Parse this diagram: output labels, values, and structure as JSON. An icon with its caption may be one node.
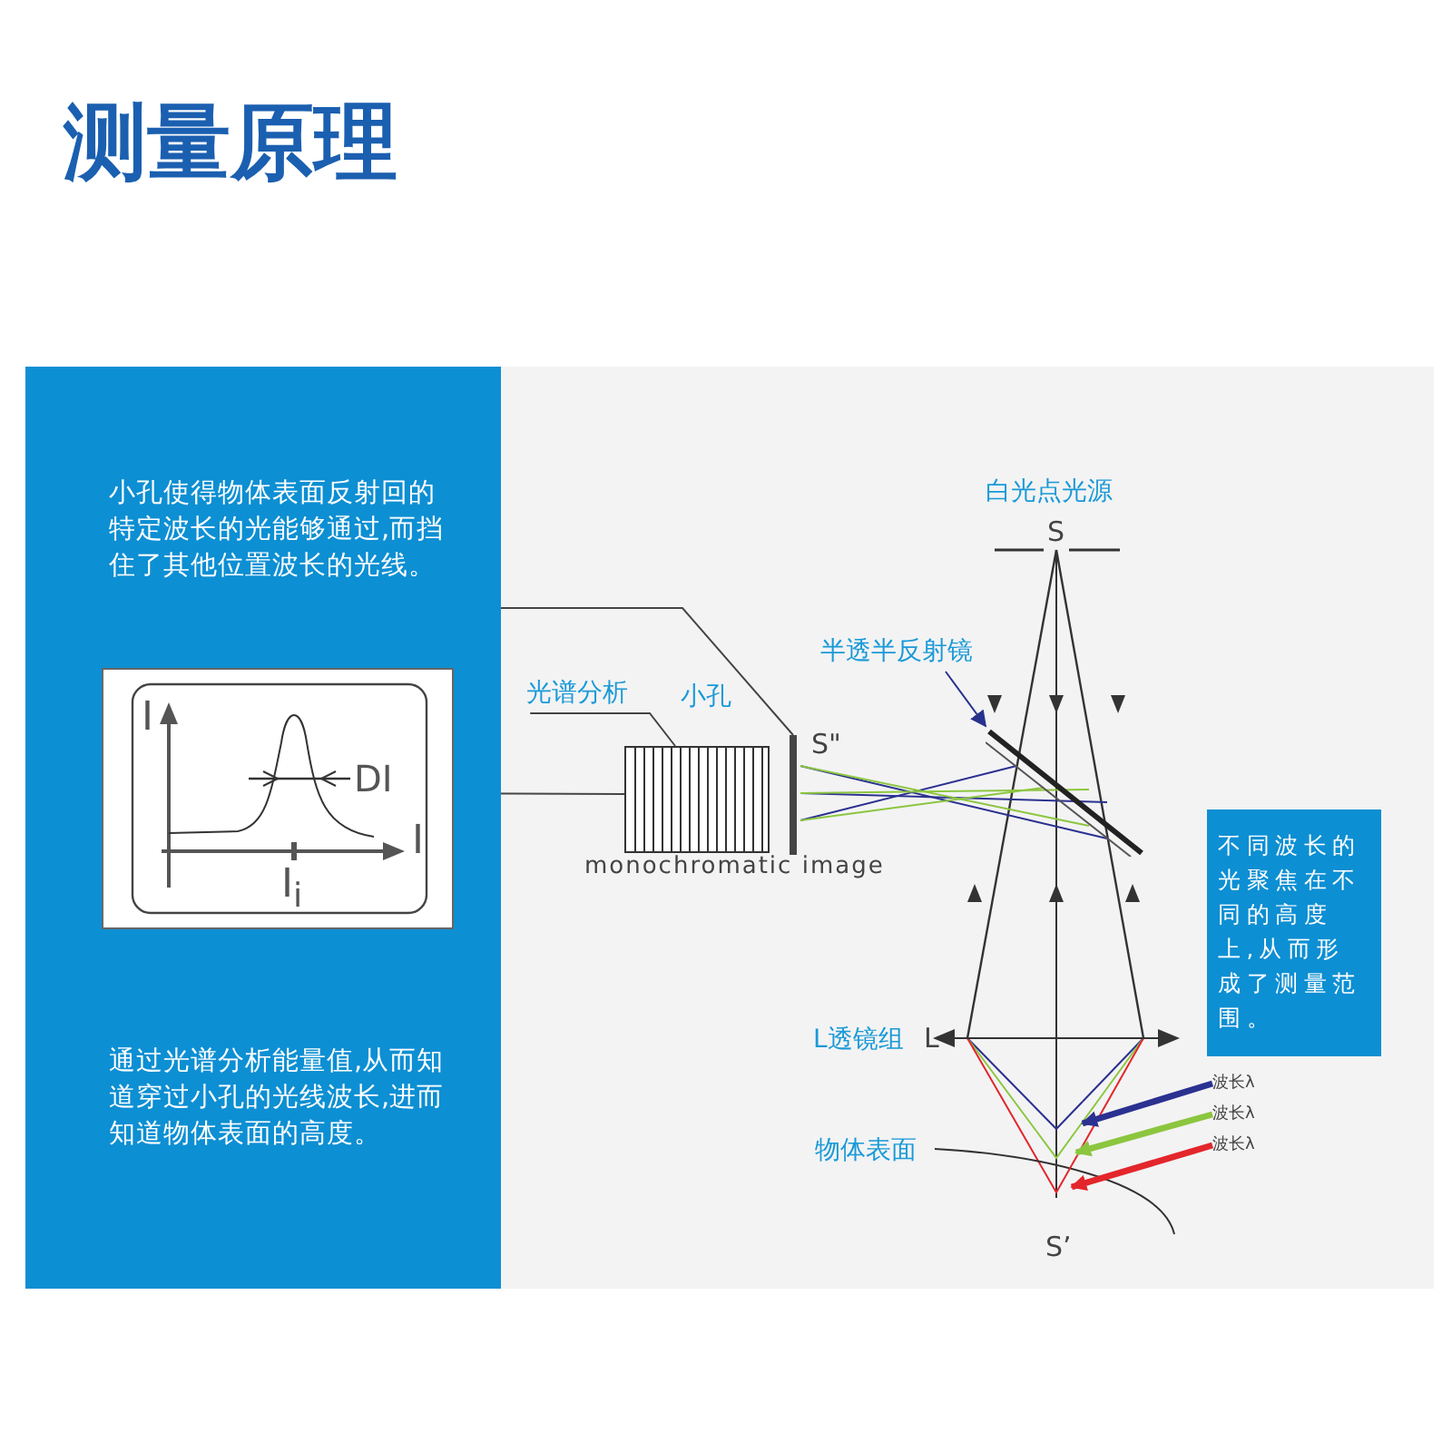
{
  "diagram": {
    "title": "测量原理",
    "nodes": [
      {
        "text": [],
        "shape": "box"
      },
      {
        "text": [
          "小孔使得物体表面反射回的特定波长的光能够通过,而挡住了其他位置波长的光线。"
        ],
        "in": 0
      },
      {
        "text": [
          "I",
          "DI",
          "I",
          "I$_{i}$"
        ],
        "in": 0
      },
      {
        "text": [
          "通过光谱分析能量值,从而知道穿过小孔的光线波长,进而知道物体表面的高度。"
        ],
        "in": 0
      },
      {
        "text": [],
        "shape": "box"
      },
      {
        "text": [
          "光谱分析"
        ]
      },
      {
        "text": [],
        "shape": "bar"
      },
      {
        "text": [
          "半透半反射镜"
        ]
      },
      {
        "text": [],
        "shape": "bar"
      },
      {
        "text": [
          "不同波长的光聚焦在不同的高度上,从而形成了测量范围。"
        ]
      },
      {
        "text": [
          "波长λ"
        ]
      },
      {
        "text": [
          "波长λ"
        ]
      },
      {
        "text": [
          "波长λ"
        ]
      },
      {
        "text": [],
        "shape": "line"
      },
      {
        "text": [],
        "shape": "line"
      },
      {
        "text": [],
        "shape": "line"
      }
    ],
    "edges": [
      {
        "from": 1,
        "to": 6,
        "arrow": "none"
      },
      {
        "from": 2,
        "to": 4,
        "arrow": "none"
      },
      {
        "from": 5,
        "to": 4,
        "arrow": "none"
      },
      {
        "from": 7,
        "to": 8,
        "arrow": "to",
        "color": "#26328c"
      },
      {
        "from": 10,
        "to": 13,
        "arrow": "to",
        "style": "thick",
        "color": "#2b3190"
      },
      {
        "from": 11,
        "to": 14,
        "arrow": "to",
        "style": "thick",
        "color": "#8cc63f"
      },
      {
        "from": 12,
        "to": 15,
        "arrow": "to",
        "style": "thick",
        "color": "#e3262b"
      }
    ],
    "labels": [
      "白光点光源",
      "S",
      "小孔",
      "S\"",
      "monochromatic image",
      "L透镜组",
      "L",
      "物体表面",
      "S’"
    ]
  }
}
